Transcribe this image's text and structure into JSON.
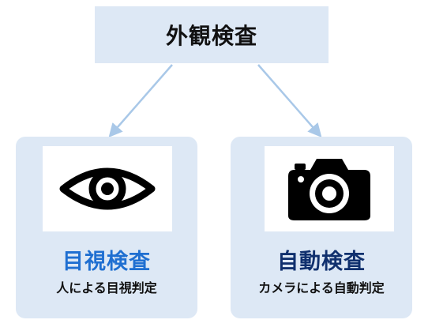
{
  "root": {
    "label": "外観検査"
  },
  "colors": {
    "box_fill": "#dde8f5",
    "arrow": "#a9c8e8",
    "left_title": "#1f6fd1",
    "right_title": "#10306e"
  },
  "children": [
    {
      "title": "目視検査",
      "description": "人による目視判定",
      "icon": "eye-icon"
    },
    {
      "title": "自動検査",
      "description": "カメラによる自動判定",
      "icon": "camera-icon"
    }
  ]
}
